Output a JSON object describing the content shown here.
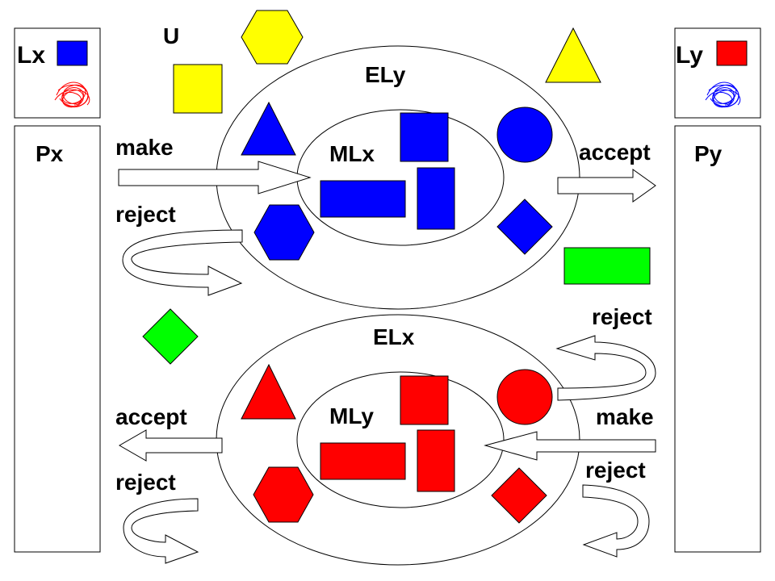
{
  "colors": {
    "blue": "#0000ff",
    "red": "#ff0000",
    "yellow": "#ffff00",
    "green": "#00ff00",
    "stroke": "#000000",
    "background": "#ffffff"
  },
  "labels": {
    "universe": "U",
    "lang_x": "Lx",
    "lang_y": "Ly",
    "process_x": "Px",
    "process_y": "Py",
    "encoded_y": "ELy",
    "encoded_x": "ELx",
    "meaning_x": "MLx",
    "meaning_y": "MLy",
    "make_top": "make",
    "reject_top_left": "reject",
    "accept_top": "accept",
    "reject_mid_right": "reject",
    "make_bottom": "make",
    "accept_bottom": "accept",
    "reject_bottom_left": "reject",
    "reject_bottom_right": "reject"
  }
}
